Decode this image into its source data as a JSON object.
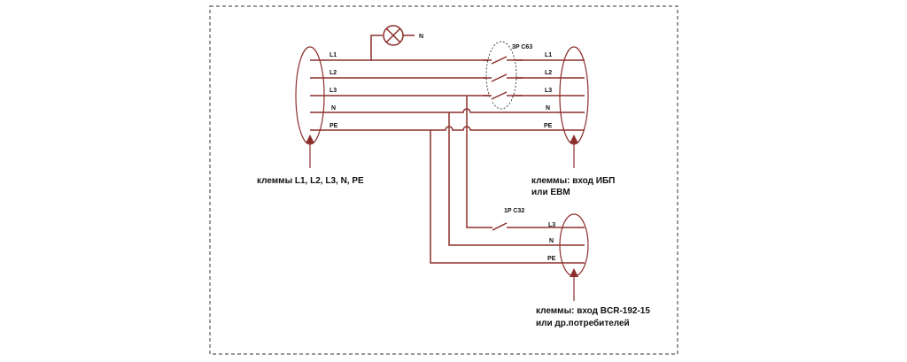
{
  "source_bus": {
    "labels": [
      "L1",
      "L2",
      "L3",
      "N",
      "PE"
    ],
    "caption": "клеммы L1, L2, L3, N, PE"
  },
  "lamp": {
    "label": "N"
  },
  "breaker_3p": {
    "label": "3P C63"
  },
  "ups_bus": {
    "labels": [
      "L1",
      "L2",
      "L3",
      "N",
      "PE"
    ],
    "caption_line1": "клеммы: вход ИБП",
    "caption_line2": "или ЕВМ"
  },
  "breaker_1p": {
    "label": "1P C32"
  },
  "bcr_bus": {
    "labels": [
      "L3",
      "N",
      "PE"
    ],
    "caption_line1": "клеммы: вход BCR-192-15",
    "caption_line2": "или др.потребителей"
  },
  "colors": {
    "wire": "#8b2e2a",
    "text": "#111111",
    "border": "#333333"
  }
}
